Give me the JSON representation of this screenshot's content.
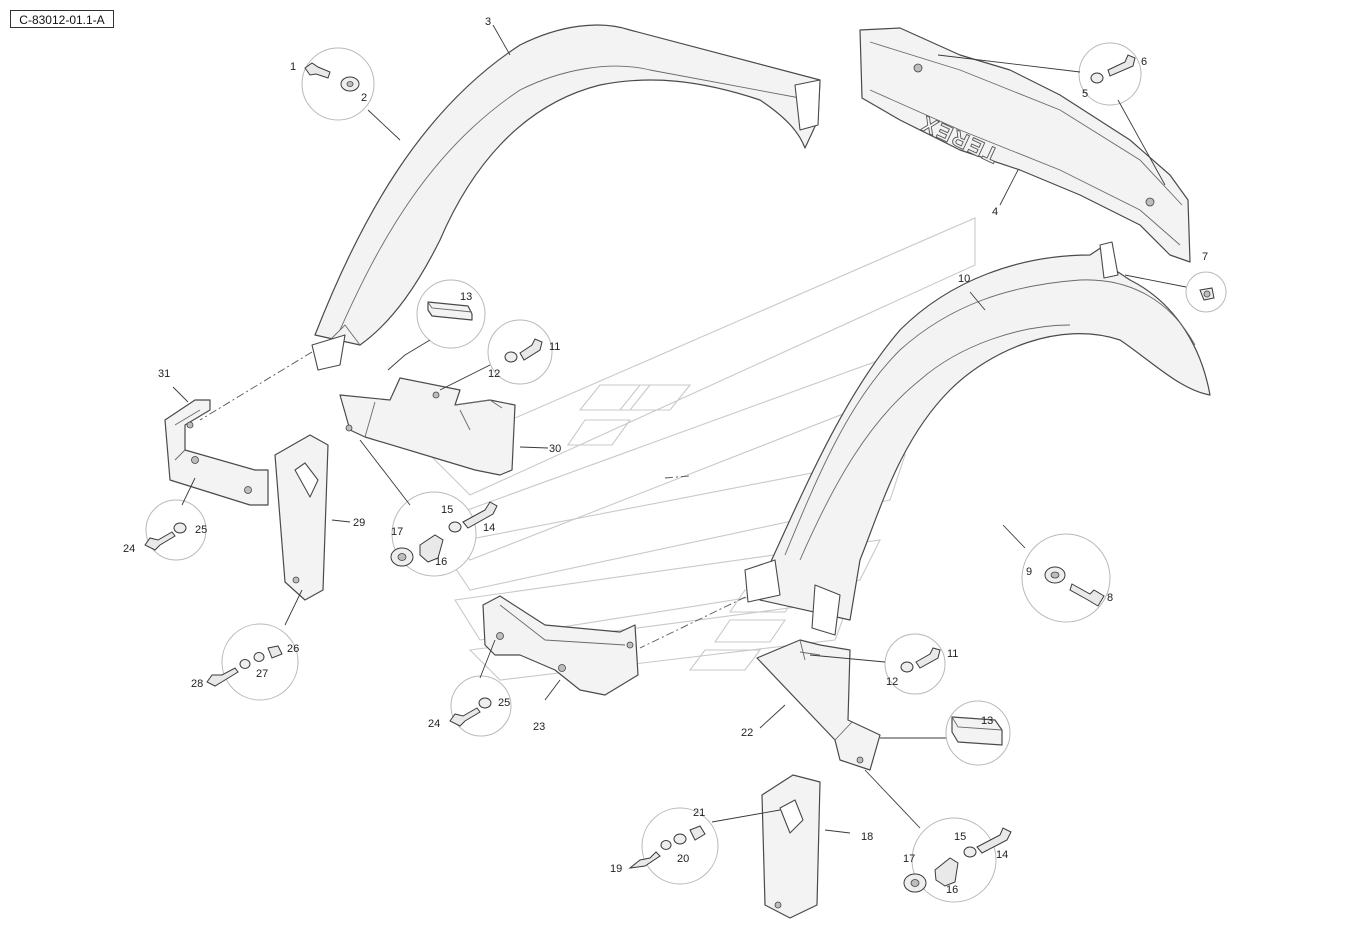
{
  "drawing_id": "C-83012-01.1-A",
  "brand_text": "TEREX",
  "callouts": [
    "1",
    "2",
    "3",
    "4",
    "5",
    "6",
    "7",
    "8",
    "9",
    "10",
    "11",
    "12",
    "13",
    "14",
    "15",
    "16",
    "17",
    "18",
    "19",
    "20",
    "21",
    "22",
    "23",
    "24",
    "25",
    "26",
    "27",
    "28",
    "29",
    "30",
    "31"
  ],
  "callout_instances": [
    {
      "label": "1"
    },
    {
      "label": "2"
    },
    {
      "label": "3"
    },
    {
      "label": "4"
    },
    {
      "label": "5"
    },
    {
      "label": "6"
    },
    {
      "label": "7"
    },
    {
      "label": "8"
    },
    {
      "label": "9"
    },
    {
      "label": "10"
    },
    {
      "label": "11"
    },
    {
      "label": "12"
    },
    {
      "label": "13"
    },
    {
      "label": "14"
    },
    {
      "label": "15"
    },
    {
      "label": "16"
    },
    {
      "label": "17"
    },
    {
      "label": "18"
    },
    {
      "label": "19"
    },
    {
      "label": "20"
    },
    {
      "label": "21"
    },
    {
      "label": "22"
    },
    {
      "label": "23"
    },
    {
      "label": "24"
    },
    {
      "label": "25"
    },
    {
      "label": "26"
    },
    {
      "label": "27"
    },
    {
      "label": "28"
    },
    {
      "label": "29"
    },
    {
      "label": "30"
    },
    {
      "label": "31"
    },
    {
      "label": "11"
    },
    {
      "label": "12"
    },
    {
      "label": "13"
    },
    {
      "label": "14"
    },
    {
      "label": "15"
    },
    {
      "label": "16"
    },
    {
      "label": "17"
    },
    {
      "label": "24"
    },
    {
      "label": "25"
    }
  ],
  "colors": {
    "line": "#4a4a4a",
    "fill": "#f3f3f3",
    "watermark": "#c9c9c9",
    "bubble": "#b9b9b9"
  }
}
